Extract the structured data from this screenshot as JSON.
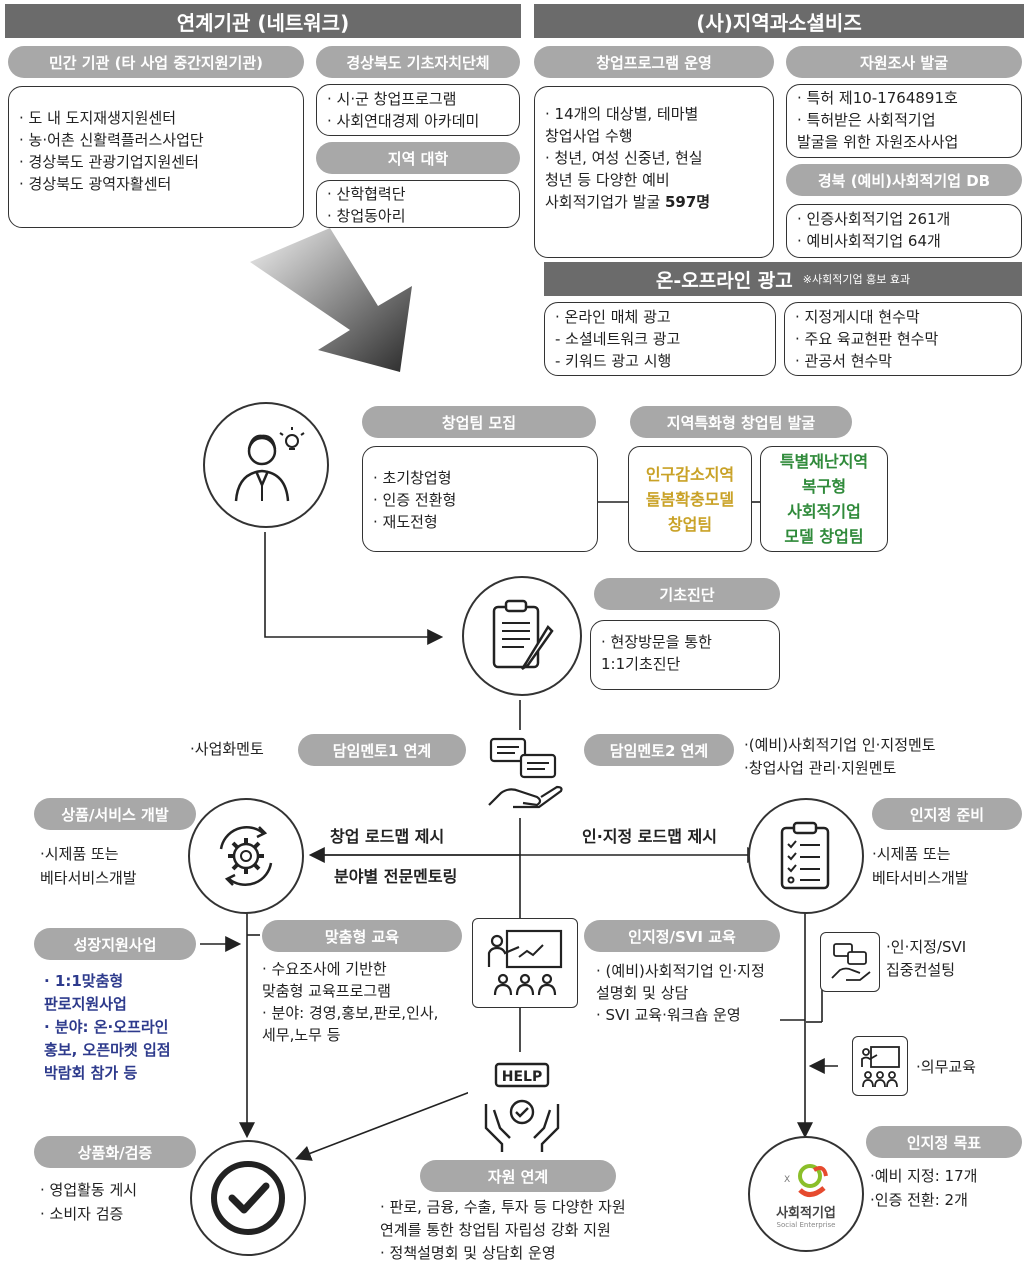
{
  "top_left": {
    "header": "연계기관 (네트워크)",
    "private_pill": "민간 기관 (타 사업 중간지원기관)",
    "private_items": [
      "· 도 내 도지재생지원센터",
      "· 농·어촌 신활력플러스사업단",
      "· 경상북도 관광기업지원센터",
      "· 경상북도 광역자활센터"
    ],
    "local_gov_pill": "경상북도 기초자치단체",
    "local_gov_items": [
      "· 시·군 창업프로그램",
      "· 사회연대경제 아카데미"
    ],
    "univ_pill": "지역 대학",
    "univ_items": [
      "· 산학협력단",
      "· 창업동아리"
    ]
  },
  "top_right": {
    "header": "(사)지역과소셜비즈",
    "program_pill": "창업프로그램 운영",
    "program_items": [
      "· 14개의 대상별, 테마별",
      "  창업사업 수행",
      "· 청년, 여성 신중년, 현실",
      "  청년 등 다양한 예비",
      "  사회적기업가 발굴"
    ],
    "program_count": "597명",
    "survey_pill": "자원조사 발굴",
    "survey_items": [
      "· 특허 제10-1764891호",
      "· 특허받은 사회적기업",
      "  발굴을 위한 자원조사사업"
    ],
    "db_pill": "경북 (예비)사회적기업 DB",
    "db_items": [
      "· 인증사회적기업 261개",
      "· 예비사회적기업 64개"
    ],
    "ad_header": "온-오프라인 광고",
    "ad_note": "※사회적기업 홍보 효과",
    "ad_online": [
      "· 온라인 매체 광고",
      "  - 소셜네트워크 광고",
      "  - 키워드 광고 시행"
    ],
    "ad_offline": [
      "· 지정게시대 현수막",
      "· 주요 육교현판 현수막",
      "· 관공서 현수막"
    ]
  },
  "recruit": {
    "pill": "창업팀 모집",
    "items": [
      "· 초기창업형",
      "· 인증 전환형",
      "· 재도전형"
    ]
  },
  "special": {
    "pill": "지역특화형 창업팀 발굴",
    "yellow": [
      "인구감소지역",
      "돌봄확충모델",
      "창업팀"
    ],
    "green": [
      "특별재난지역",
      "복구형",
      "사회적기업",
      "모델 창업팀"
    ]
  },
  "diagnosis": {
    "pill": "기초진단",
    "items": [
      "· 현장방문을 통한",
      "  1:1기초진단"
    ]
  },
  "mentor": {
    "left_label": "·사업화멘토",
    "pill1": "담임멘토1 연계",
    "pill2": "담임멘토2 연계",
    "right_items": [
      "·(예비)사회적기업 인·지정멘토",
      "·창업사업 관리·지원멘토"
    ]
  },
  "product_dev": {
    "pill": "상품/서비스 개발",
    "items": [
      "·시제품 또는",
      "베타서비스개발"
    ]
  },
  "cert_prep": {
    "pill": "인지정 준비",
    "items": [
      "·시제품 또는",
      "베타서비스개발"
    ]
  },
  "roadmap": {
    "startup": "창업 로드맵 제시",
    "field": "분야별 전문멘토링",
    "cert": "인·지정 로드맵 제시"
  },
  "growth": {
    "pill": "성장지원사업",
    "items": [
      "· 1:1맞춤형",
      "  판로지원사업",
      "· 분야: 온·오프라인",
      "  홍보, 오픈마켓 입점",
      "  박람회 참가 등"
    ]
  },
  "custom_edu": {
    "pill": "맞춤형 교육",
    "items": [
      "· 수요조사에 기반한",
      "  맞춤형 교육프로그램",
      "· 분야: 경영,홍보,판로,인사,",
      "  세무,노무 등"
    ]
  },
  "svi_edu": {
    "pill": "인지정/SVI 교육",
    "items": [
      "· (예비)사회적기업 인·지정",
      "  설명회 및 상담",
      "· SVI 교육·워크숍 운영"
    ]
  },
  "consult": {
    "label1": [
      "·인·지정/SVI",
      "집중컨설팅"
    ],
    "label2": "·의무교육"
  },
  "review": {
    "pill": "상품화/검증",
    "items": [
      "· 영업활동 게시",
      "· 소비자 검증"
    ]
  },
  "resource": {
    "pill": "자원 연계",
    "items": [
      "· 판로, 금융, 수출, 투자 등 다양한 자원",
      "  연계를 통한 창업팀 자립성 강화 지원",
      "· 정책설명회 및 상담회 운영"
    ]
  },
  "goal": {
    "pill": "인지정 목표",
    "items": [
      "·예비 지정: 17개",
      "·인증 전환: 2개"
    ],
    "logo_text": "사회적기업",
    "logo_sub": "Social Enterprise",
    "help_text": "HELP"
  }
}
